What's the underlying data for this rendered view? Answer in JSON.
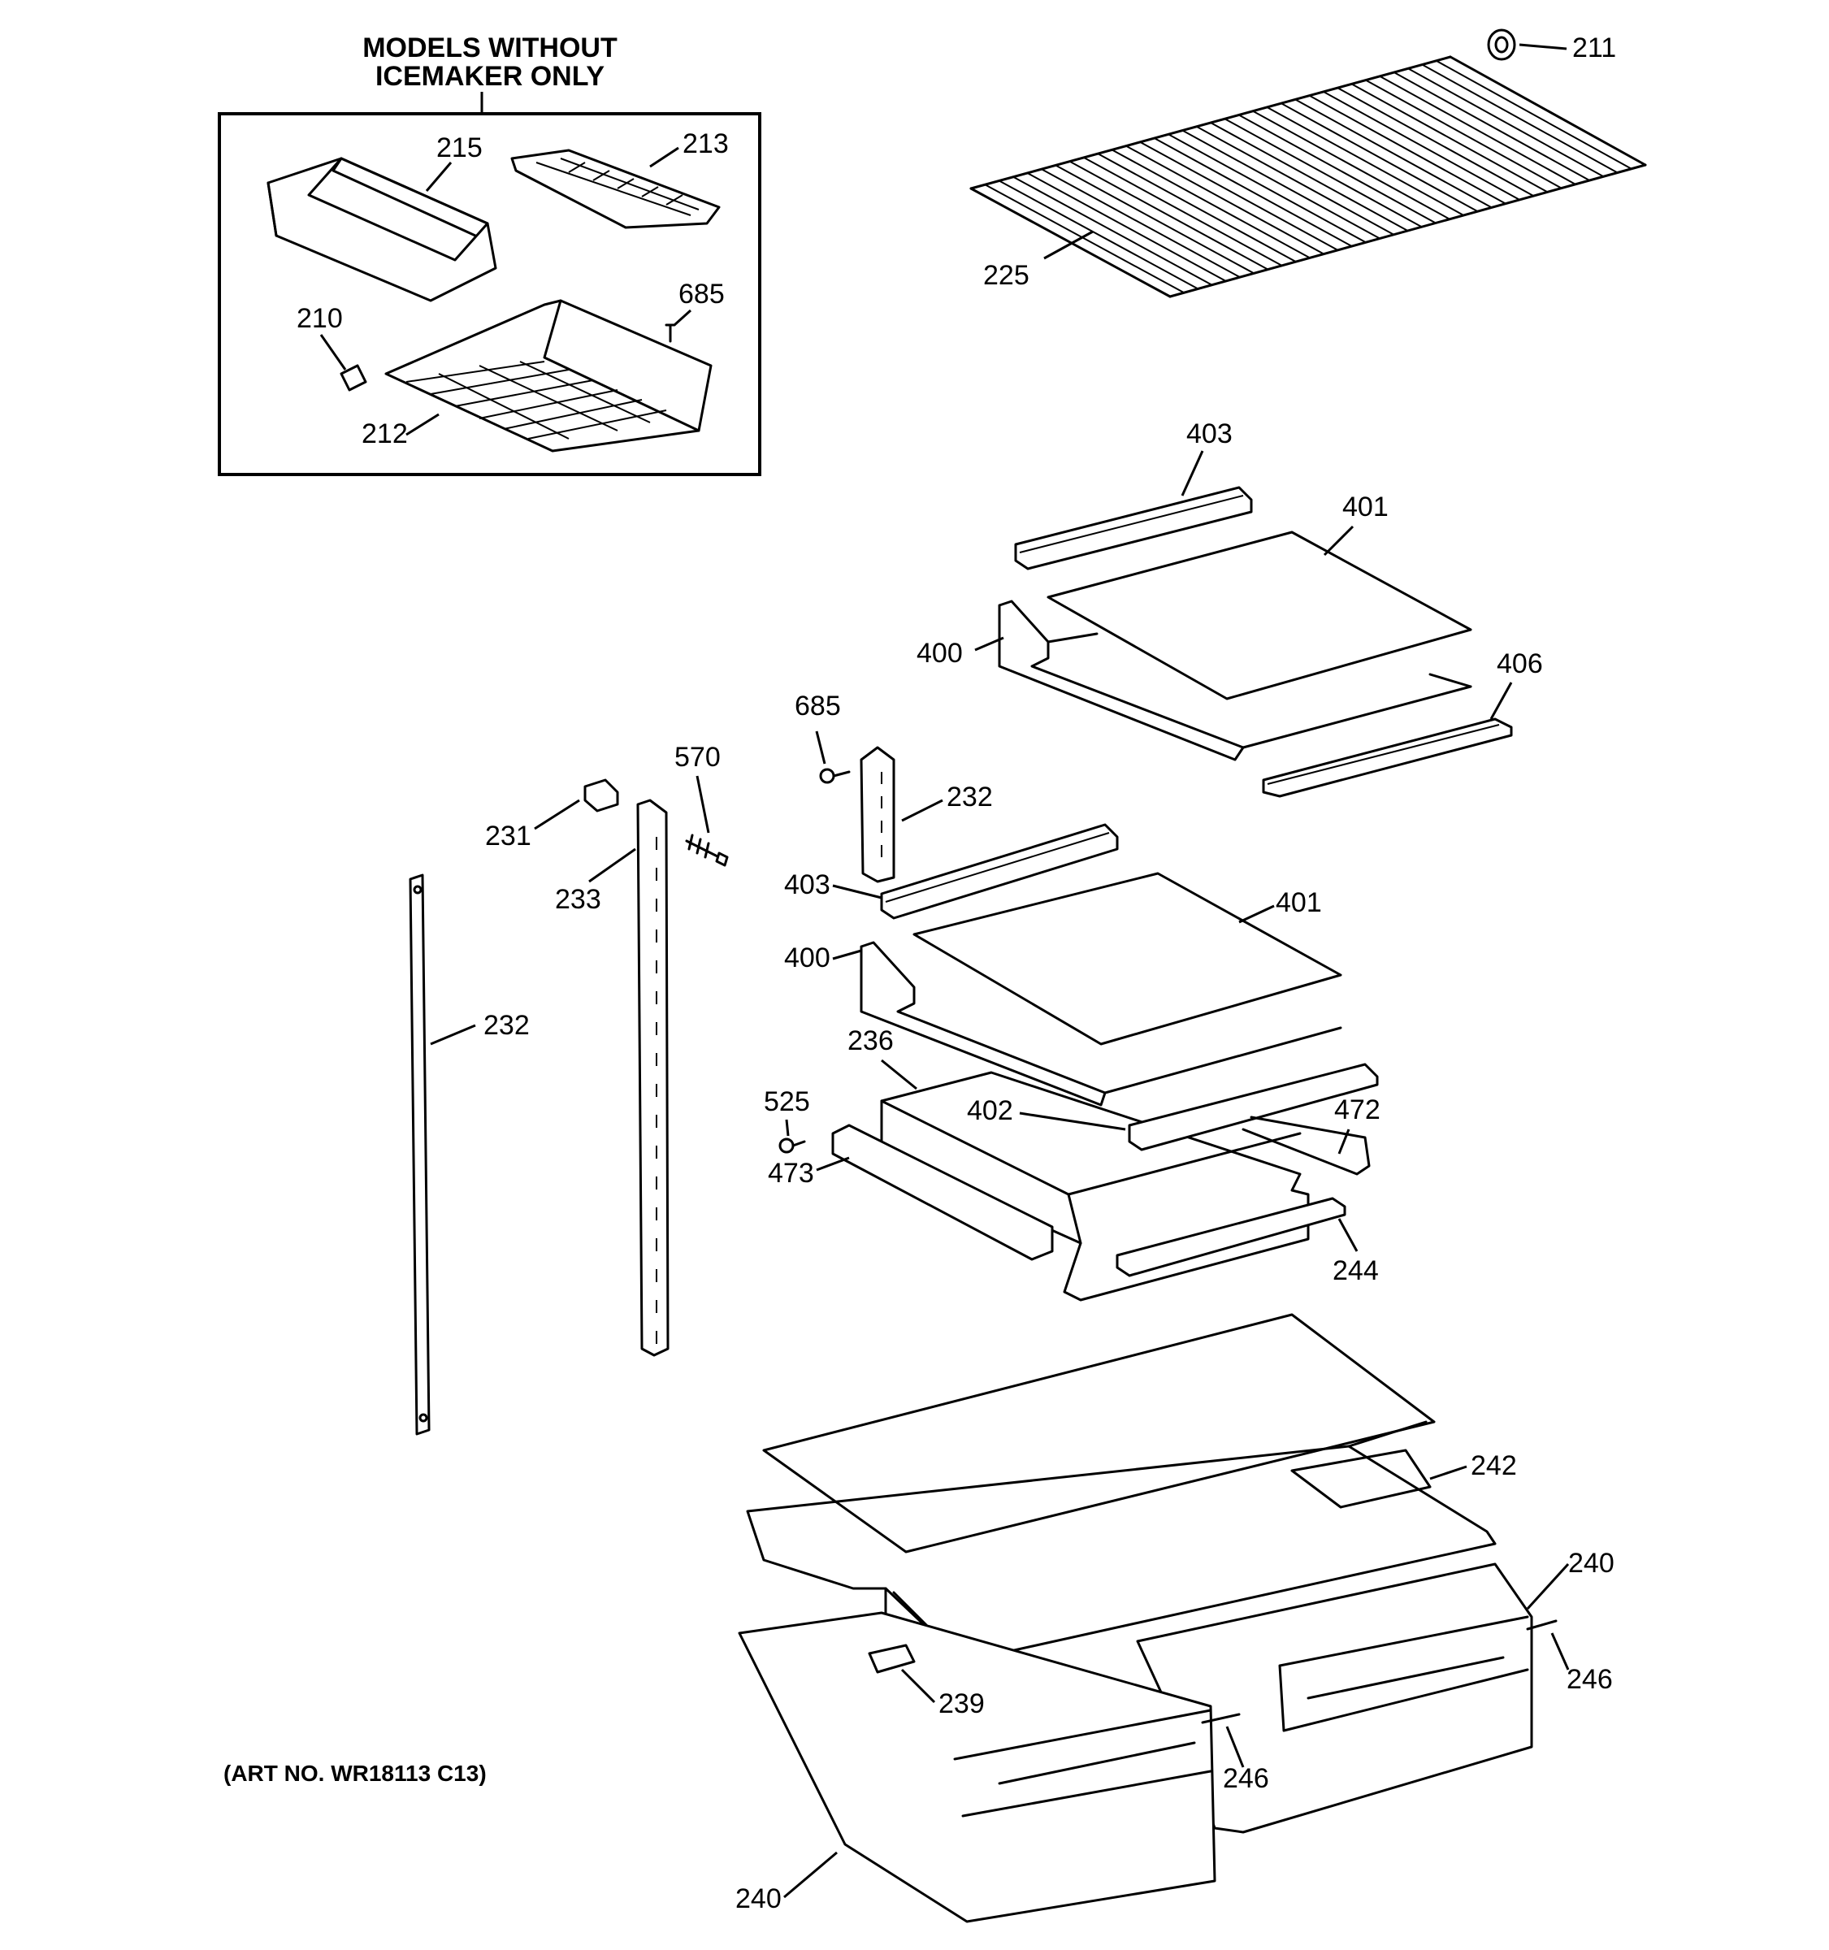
{
  "inset": {
    "heading_line1": "MODELS WITHOUT",
    "heading_line2": "ICEMAKER ONLY"
  },
  "art_number": "(ART NO. WR18113 C13)",
  "callouts": {
    "c211": "211",
    "c225": "225",
    "c215": "215",
    "c213": "213",
    "c210": "210",
    "c685_inset": "685",
    "c212": "212",
    "c403_top": "403",
    "c401_top": "401",
    "c400_top": "400",
    "c406": "406",
    "c685_mid": "685",
    "c570": "570",
    "c232_right": "232",
    "c231": "231",
    "c233": "233",
    "c403_mid": "403",
    "c401_mid": "401",
    "c400_mid": "400",
    "c232_left": "232",
    "c236": "236",
    "c525": "525",
    "c402": "402",
    "c472": "472",
    "c473": "473",
    "c244": "244",
    "c242": "242",
    "c240_right": "240",
    "c246_right": "246",
    "c239": "239",
    "c246_mid": "246",
    "c240_bottom": "240"
  }
}
